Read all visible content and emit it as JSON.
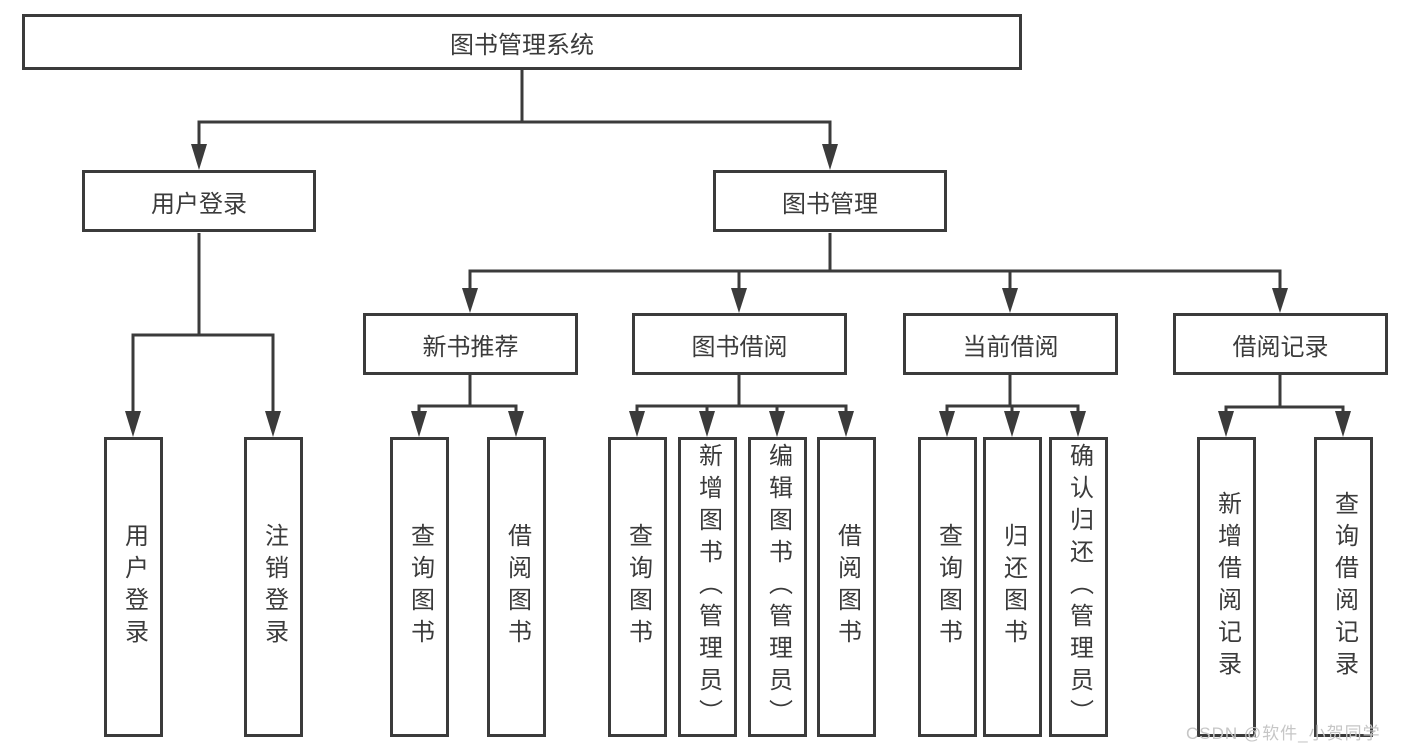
{
  "diagram": {
    "type": "hierarchy-structure-diagram",
    "colors": {
      "line": "#3b3b3b",
      "box_border": "#3b3b3b",
      "text": "#3b3b3b",
      "background": "#ffffff",
      "watermark": "#c6c6c6"
    }
  },
  "tree": {
    "root": {
      "label": "图书管理系统"
    },
    "level2": [
      {
        "id": "user-login",
        "label": "用户登录"
      },
      {
        "id": "book-management",
        "label": "图书管理"
      }
    ],
    "level3": [
      {
        "id": "new-book-recommend",
        "label": "新书推荐",
        "parent": "图书管理"
      },
      {
        "id": "book-borrow",
        "label": "图书借阅",
        "parent": "图书管理"
      },
      {
        "id": "current-borrow",
        "label": "当前借阅",
        "parent": "图书管理"
      },
      {
        "id": "borrow-records",
        "label": "借阅记录",
        "parent": "图书管理"
      }
    ],
    "leaves": [
      {
        "parent": "用户登录",
        "label": "用户登录"
      },
      {
        "parent": "用户登录",
        "label": "注销登录"
      },
      {
        "parent": "新书推荐",
        "label": "查询图书"
      },
      {
        "parent": "新书推荐",
        "label": "借阅图书"
      },
      {
        "parent": "图书借阅",
        "label": "查询图书"
      },
      {
        "parent": "图书借阅",
        "label": "新增图书（管理员）"
      },
      {
        "parent": "图书借阅",
        "label": "编辑图书（管理员）"
      },
      {
        "parent": "图书借阅",
        "label": "借阅图书"
      },
      {
        "parent": "当前借阅",
        "label": "查询图书"
      },
      {
        "parent": "当前借阅",
        "label": "归还图书"
      },
      {
        "parent": "当前借阅",
        "label": "确认归还（管理员）"
      },
      {
        "parent": "借阅记录",
        "label": "新增借阅记录"
      },
      {
        "parent": "借阅记录",
        "label": "查询借阅记录"
      }
    ]
  },
  "watermark": {
    "text": "CSDN @软件_小贺同学"
  }
}
